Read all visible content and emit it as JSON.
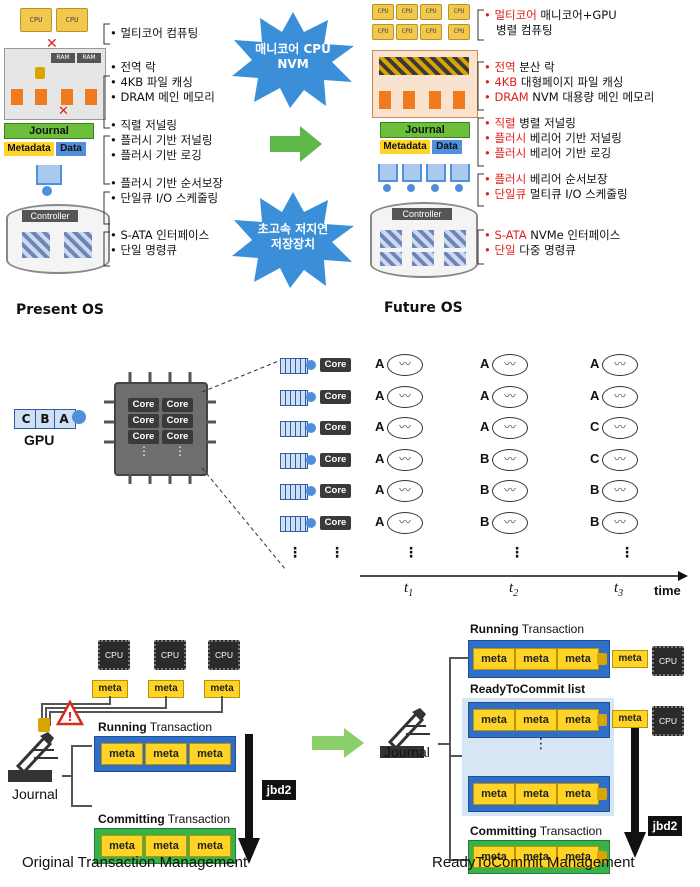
{
  "top": {
    "present_caption": "Present OS",
    "future_caption": "Future OS",
    "burst_top": [
      "매니코어 CPU",
      "NVM"
    ],
    "burst_bottom": [
      "초고속 저지연",
      "저장장치"
    ],
    "present_chips": [
      "CPU",
      "CPU"
    ],
    "present_ram": [
      "RAM",
      "RAM"
    ],
    "present_journal": "Journal",
    "present_metadata": "Metadata",
    "present_data": "Data",
    "present_controller": "Controller",
    "future_chips": [
      "CPU",
      "CPU",
      "CPU",
      "CPU",
      "CPU",
      "CPU",
      "CPU",
      "CPU"
    ],
    "future_journal": "Journal",
    "future_metadata": "Metadata",
    "future_data": "Data",
    "future_controller": "Controller",
    "present_bullets": [
      [
        "멀티코어 컴퓨팅"
      ],
      [
        "전역 락",
        "4KB 파일 캐싱",
        "DRAM 메인 메모리"
      ],
      [
        "직렬 저널링",
        "플러시 기반 저널링",
        "플러시 기반 로깅"
      ],
      [
        "플러시 기반 순서보장",
        "단일큐 I/O 스케줄링"
      ],
      [
        "S-ATA 인터페이스",
        "단일 명령큐"
      ]
    ],
    "future_bullets": [
      [
        {
          "red": "멀티코어",
          "rest": " 매니코어+GPU"
        },
        {
          "red": "",
          "rest": "병렬 컴퓨팅"
        }
      ],
      [
        {
          "red": "전역",
          "rest": " 분산 락"
        },
        {
          "red": "4KB",
          "rest": " 대형페이지 파일 캐싱"
        },
        {
          "red": "DRAM",
          "rest": " NVM 대용량 메인 메모리"
        }
      ],
      [
        {
          "red": "직렬",
          "rest": " 병렬 저널링"
        },
        {
          "red": "플러시",
          "rest": " 베리어 기반 저널링"
        },
        {
          "red": "플러시",
          "rest": " 베리어 기반 로깅"
        }
      ],
      [
        {
          "red": "플러시",
          "rest": " 베리어 순서보장"
        },
        {
          "red": "단일큐",
          "rest": " 멀티큐 I/O 스케줄링"
        }
      ],
      [
        {
          "red": "S-ATA",
          "rest": " NVMe 인터페이스"
        },
        {
          "red": "단일",
          "rest": " 다중 명령큐"
        }
      ]
    ]
  },
  "middle": {
    "gpu_label": "GPU",
    "queue_letters": [
      "C",
      "B",
      "A"
    ],
    "chip_cores": [
      "Core",
      "Core",
      "Core",
      "Core",
      "Core",
      "Core"
    ],
    "row_core_label": "Core",
    "rows": [
      [
        "A",
        "A",
        "A"
      ],
      [
        "A",
        "A",
        "A"
      ],
      [
        "A",
        "A",
        "C"
      ],
      [
        "A",
        "B",
        "C"
      ],
      [
        "A",
        "B",
        "B"
      ],
      [
        "A",
        "B",
        "B"
      ]
    ],
    "t_labels": [
      "t",
      "t",
      "t"
    ],
    "t_subs": [
      "1",
      "2",
      "3"
    ],
    "time_label": "time",
    "vdots": "⋮"
  },
  "bottom": {
    "left_cpus": [
      "CPU",
      "CPU",
      "CPU"
    ],
    "meta": "meta",
    "running_bold": "Running",
    "running_rest": " Transaction",
    "committing_bold": "Committing",
    "committing_rest": " Transaction",
    "readytocommit": "ReadyToCommit list",
    "journal": "Journal",
    "jbd2": "jbd2",
    "left_caption": "Original Transaction Management",
    "right_caption": "ReadyToCommit Management",
    "right_cpus": [
      "CPU",
      "CPU"
    ],
    "vdots": "⋮"
  },
  "colors": {
    "accent_red": "#e0201c",
    "blue_bar": "#2f6fc7",
    "green_bar": "#38b24a",
    "meta_yellow": "#ffd426",
    "arrow_green": "#5cb849",
    "burst_blue": "#3a8fd8"
  }
}
